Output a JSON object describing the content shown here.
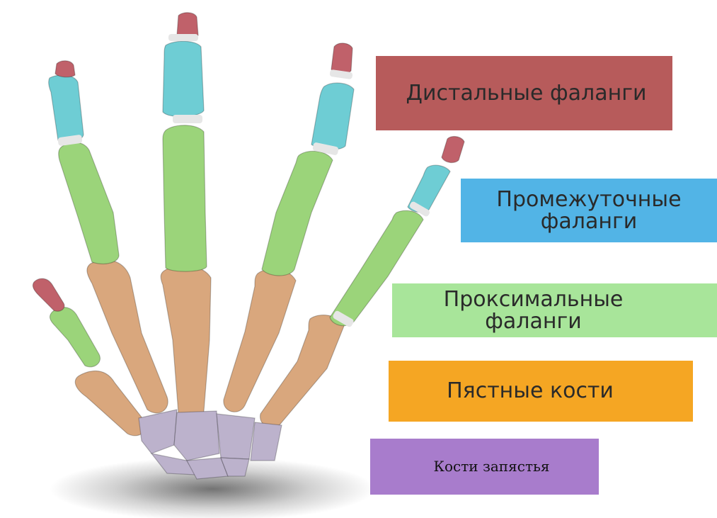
{
  "colors": {
    "distal": "#b75b5b",
    "middle": "#52b4e6",
    "proximal": "#a8e59a",
    "metacarpal": "#f5a623",
    "carpal": "#a87ccc",
    "bone_distal": "#c0616a",
    "bone_middle": "#6ecdd4",
    "bone_proximal": "#9bd47a",
    "bone_metacarpal": "#d9a77d",
    "bone_carpal": "#bcb2cc",
    "cartilage": "#e6e6e6"
  },
  "labels": {
    "distal": "Дистальные фаланги",
    "middle": "Промежуточные\nфаланги",
    "proximal": "Проксимальные\nфаланги",
    "metacarpal": "Пястные кости",
    "carpal": "Кости запястья"
  },
  "icons": {
    "hand": "hand-skeleton-illustration"
  }
}
